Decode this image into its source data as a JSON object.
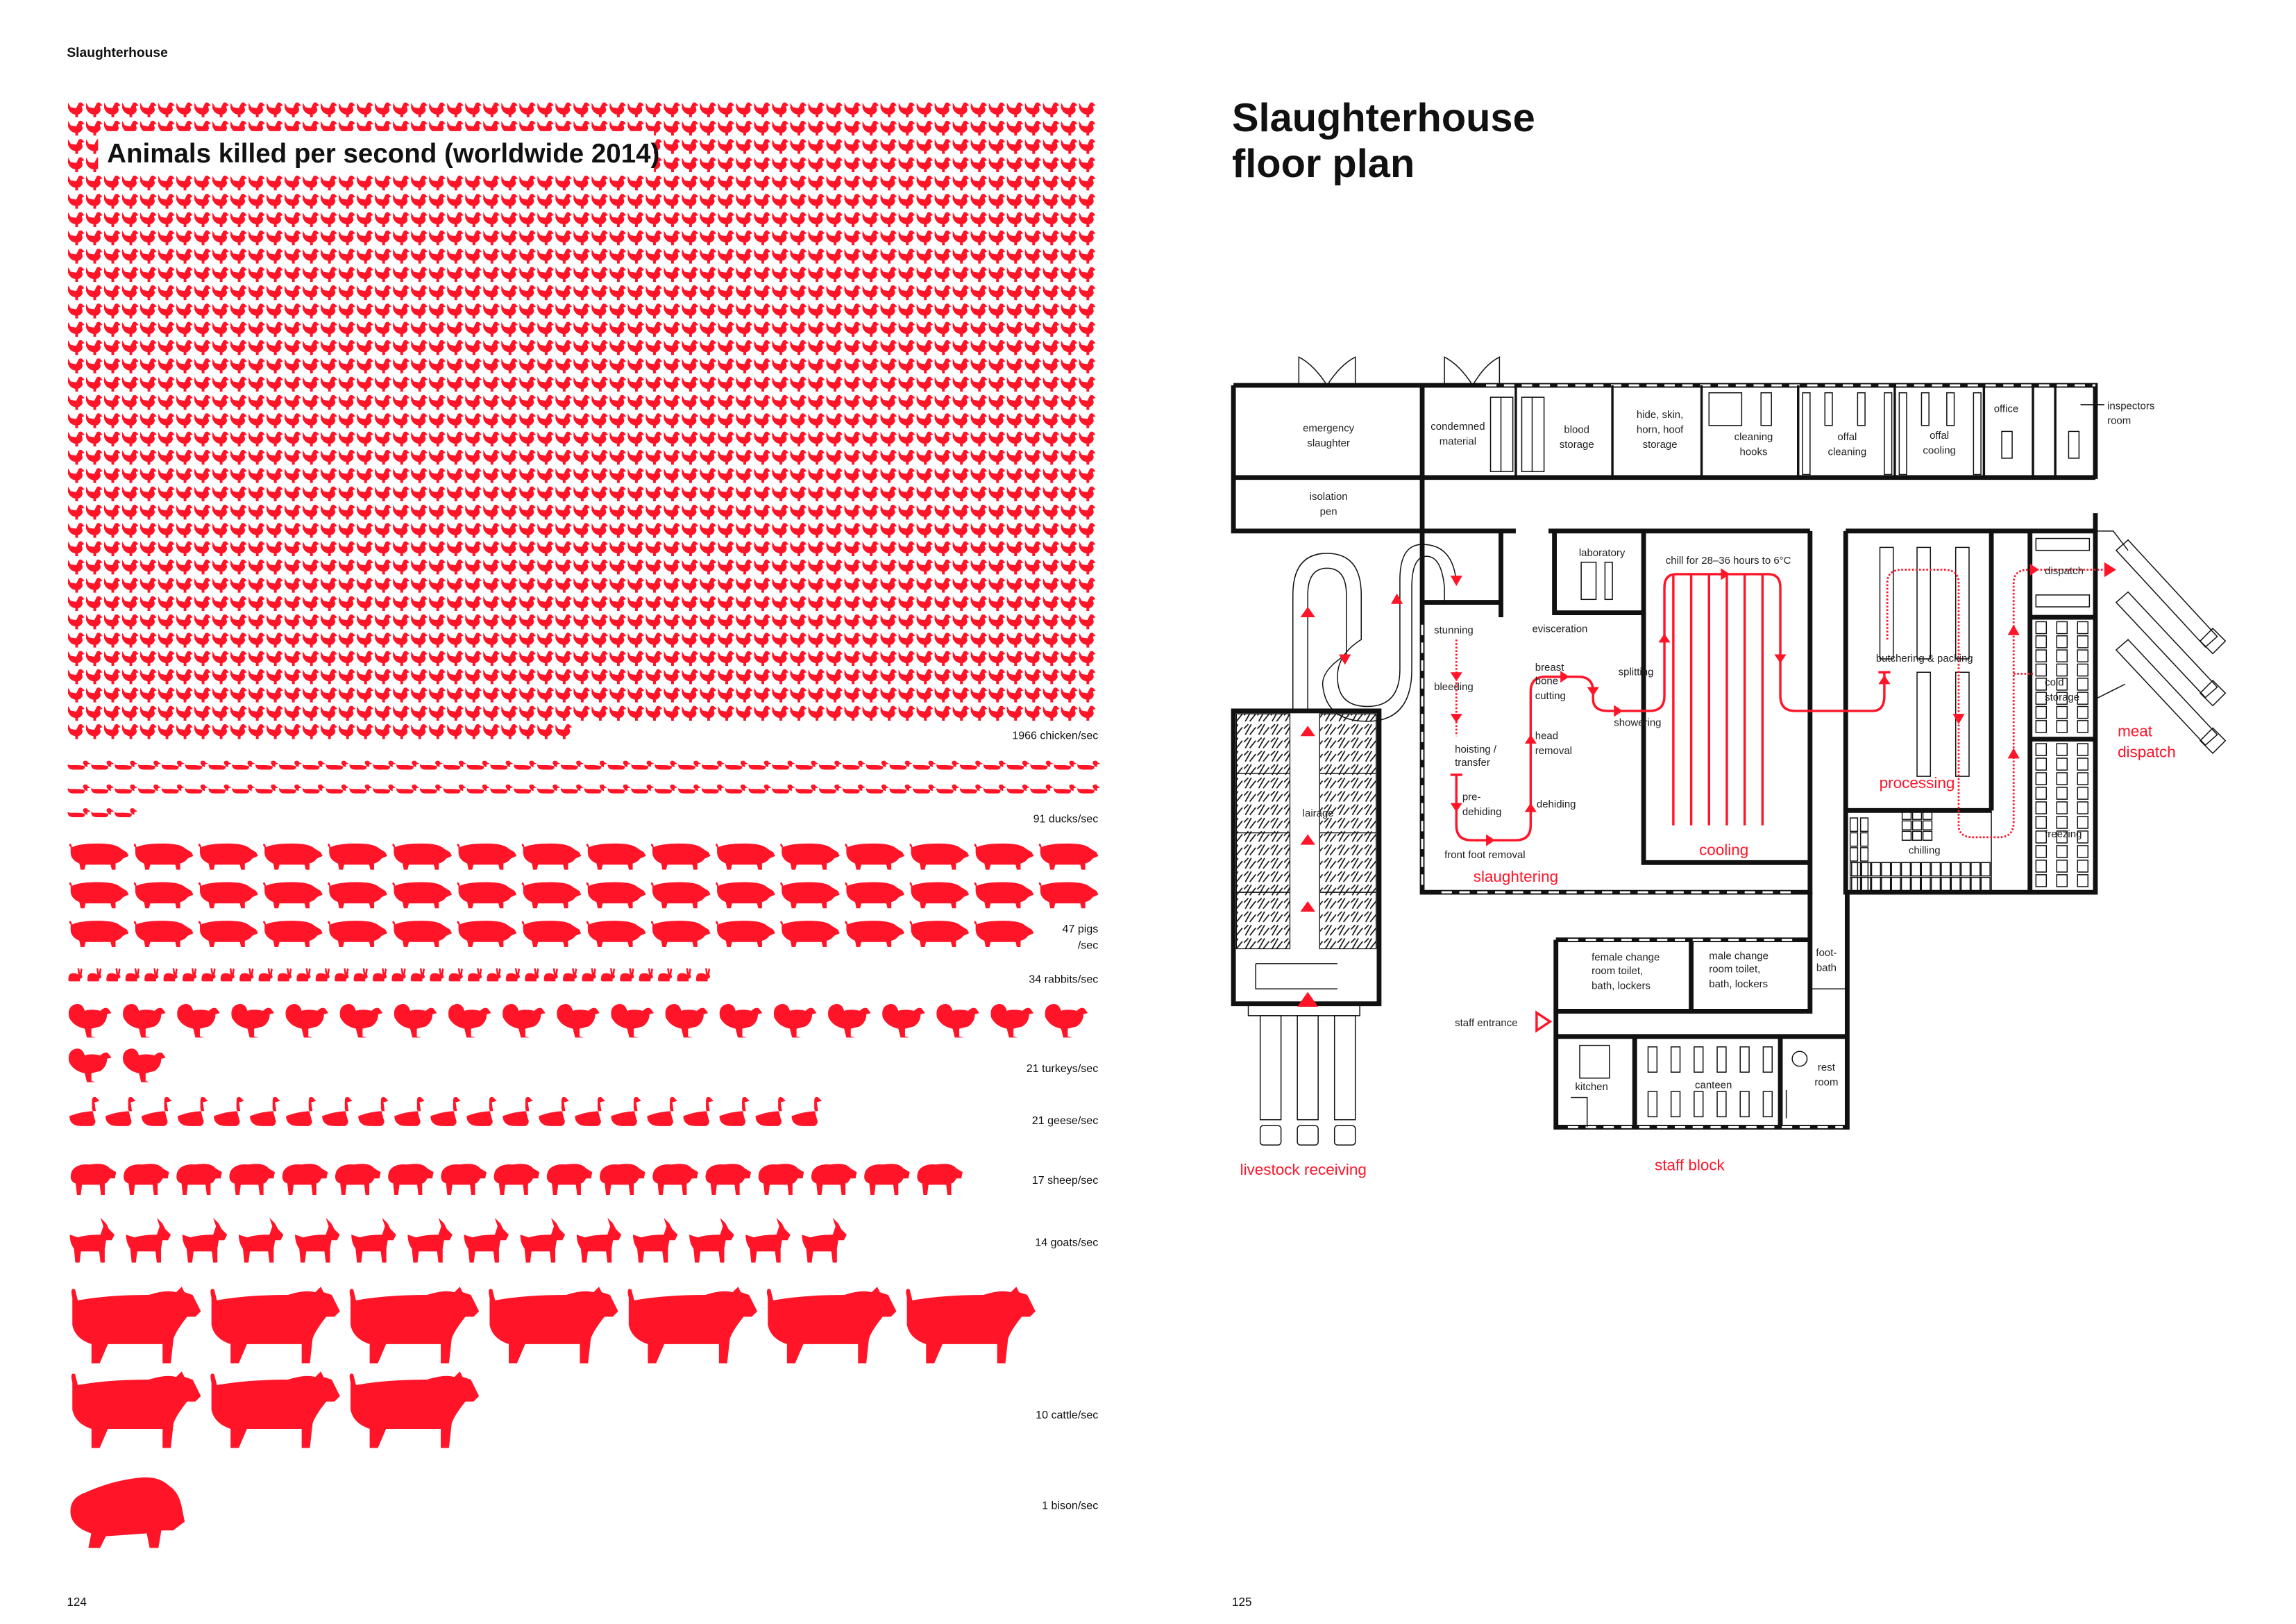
{
  "page_left": {
    "running_head": "Slaughterhouse",
    "page_number": "124"
  },
  "page_right": {
    "title_line1": "Slaughterhouse",
    "title_line2": "floor plan",
    "page_number": "125"
  },
  "chart_data": {
    "type": "pictogram",
    "title": "Animals killed per second (worldwide 2014)",
    "unit": "animals/sec",
    "color": "#ff1428",
    "series": [
      {
        "name": "chicken",
        "value": 1966,
        "label": "1966 chicken/sec"
      },
      {
        "name": "ducks",
        "value": 91,
        "label": "91 ducks/sec"
      },
      {
        "name": "pigs",
        "value": 47,
        "label": "47 pigs",
        "label2": "/sec"
      },
      {
        "name": "rabbits",
        "value": 34,
        "label": "34 rabbits/sec"
      },
      {
        "name": "turkeys",
        "value": 21,
        "label": "21 turkeys/sec"
      },
      {
        "name": "geese",
        "value": 21,
        "label": "21 geese/sec"
      },
      {
        "name": "sheep",
        "value": 17,
        "label": "17 sheep/sec"
      },
      {
        "name": "goats",
        "value": 14,
        "label": "14 goats/sec"
      },
      {
        "name": "cattle",
        "value": 10,
        "label": "10 cattle/sec"
      },
      {
        "name": "bison",
        "value": 1,
        "label": "1 bison/sec"
      }
    ]
  },
  "floor_plan": {
    "rooms": {
      "emergency_slaughter": [
        "emergency",
        "slaughter"
      ],
      "condemned_material": [
        "condemned",
        "material"
      ],
      "blood_storage": [
        "blood",
        "storage"
      ],
      "hide_storage": [
        "hide, skin,",
        "horn, hoof",
        "storage"
      ],
      "cleaning_hooks": [
        "cleaning",
        "hooks"
      ],
      "offal_cleaning": [
        "offal",
        "cleaning"
      ],
      "offal_cooling": [
        "offal",
        "cooling"
      ],
      "office": "office",
      "inspectors_room": [
        "inspectors",
        "room"
      ],
      "isolation_pen": [
        "isolation",
        "pen"
      ],
      "laboratory": "laboratory",
      "chill_note": "chill for 28–36 hours to 6°C",
      "dispatch": "dispatch",
      "cold_storage": [
        "cold",
        "storage"
      ],
      "freezing": "freezing",
      "chilling": "chilling",
      "butchering": "butchering & packing",
      "lairage": "lairage",
      "female_change": [
        "female change",
        "room toilet,",
        "bath, lockers"
      ],
      "male_change": [
        "male change",
        "room toilet,",
        "bath, lockers"
      ],
      "foot_bath": [
        "foot-",
        "bath"
      ],
      "staff_entrance": "staff entrance",
      "kitchen": "kitchen",
      "canteen": "canteen",
      "rest_room": [
        "rest",
        "room"
      ]
    },
    "steps": {
      "stunning": "stunning",
      "bleeding": "bleeding",
      "hoisting": [
        "hoisting /",
        "transfer"
      ],
      "predehiding": [
        "pre-",
        "dehiding"
      ],
      "front_foot": "front foot removal",
      "dehiding": "dehiding",
      "head_removal": [
        "head",
        "removal"
      ],
      "breast_bone": [
        "breast",
        "bone",
        "cutting"
      ],
      "evisceration": "evisceration",
      "splitting": "splitting",
      "showering": "showering"
    },
    "zones": {
      "slaughtering": "slaughtering",
      "cooling": "cooling",
      "processing": "processing",
      "meat_dispatch": [
        "meat",
        "dispatch"
      ],
      "livestock_receiving": "livestock receiving",
      "staff_block": "staff block"
    }
  }
}
